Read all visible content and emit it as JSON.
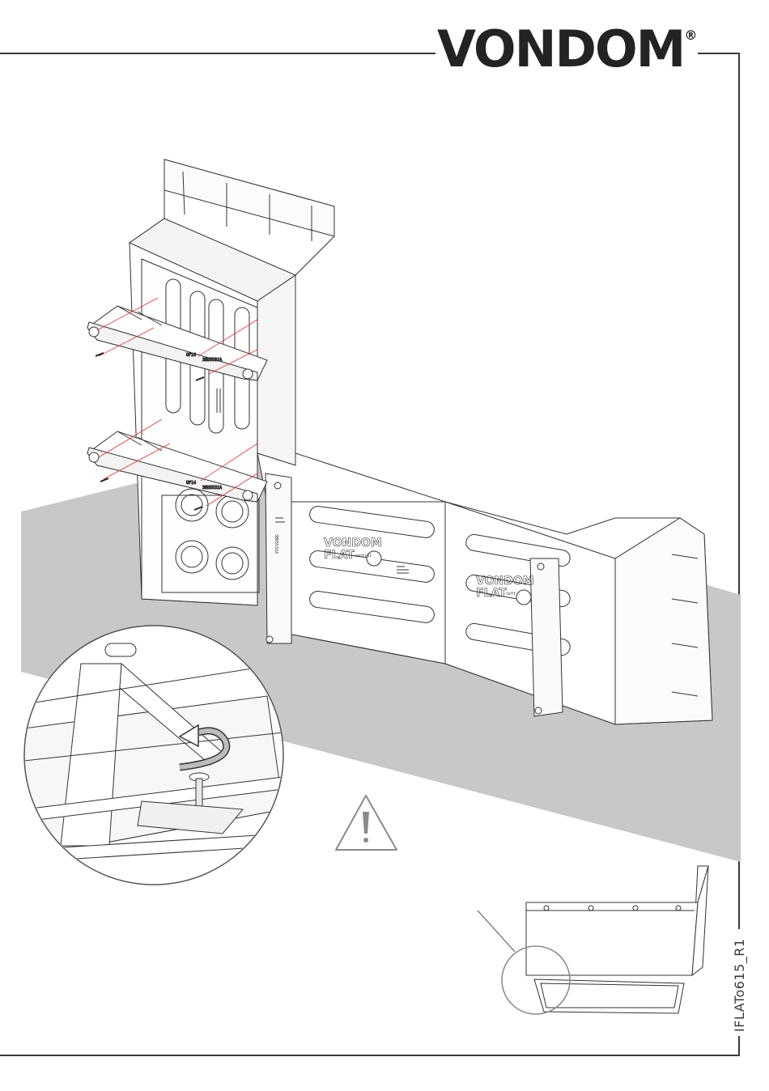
{
  "brand": {
    "name": "VONDOM",
    "mark": "®"
  },
  "document": {
    "code": "IFLATo615_R1"
  },
  "product_labels": {
    "module_brand_top": "VONDOM",
    "module_brand_bottom": "FLAT",
    "module_left_tag": "left",
    "module_center_tag": "central",
    "bracket_code": "UF14",
    "bracket_ref": "3BD5532A"
  },
  "icons": {
    "warning": "warning-triangle-icon",
    "rotate": "rotate-arrow-icon"
  },
  "colors": {
    "floor": "#c8c8c8",
    "frame": "#3a3a3a",
    "fixing_lines": "#e8302a",
    "warning_stroke": "#8a8a8a"
  }
}
